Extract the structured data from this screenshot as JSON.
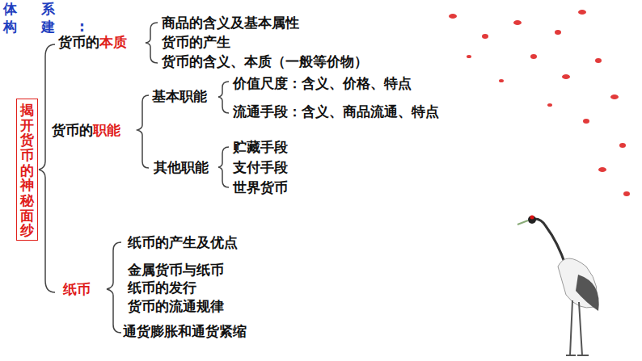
{
  "diagram": {
    "title": "体系构建:",
    "nodes": [
      {
        "text": [
          "揭开货币的神秘面纱"
        ]
      }
    ],
    "labels": [
      "货币的",
      "本质",
      "商品的含义及基本属性",
      "货币的产生",
      "货币的含义、本质（一般等价物）",
      "基本职能",
      "价值尺度：含义、价格、特点",
      "流通手段：含义、商品流通、特点",
      "货币的",
      "职能",
      "其他职能",
      "贮藏手段",
      "支付手段",
      "世界货币",
      "纸币的产生及优点",
      "金属货币与纸币",
      "纸币的发行",
      "货币的流通规律",
      "通货膨胀和通货紧缩",
      "纸币"
    ]
  }
}
